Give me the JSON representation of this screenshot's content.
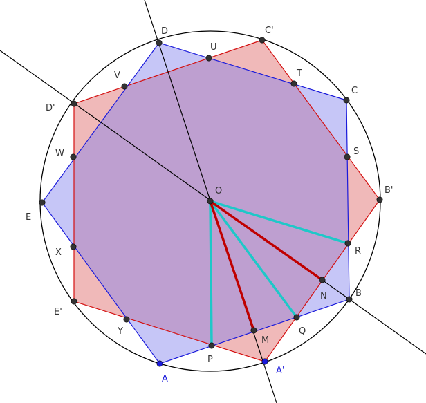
{
  "colors": {
    "background": "#ffffff",
    "circle_stroke": "#000000",
    "line_stroke": "#000000",
    "pentagon_a_fill": "#8080ee",
    "pentagon_a_stroke": "#1a1adb",
    "pentagon_b_fill": "#e48080",
    "pentagon_b_stroke": "#d41010",
    "cyan_segments": "#1ec8c8",
    "red_segments": "#c00000",
    "point_fill": "#333333",
    "blue_point_fill": "#1a1adb",
    "label_color": "#333333",
    "blue_label_color": "#1a1adb"
  },
  "points": {
    "O": "O",
    "A": "A",
    "A_prime": "A'",
    "B": "B",
    "B_prime": "B'",
    "C": "C",
    "C_prime": "C'",
    "D": "D",
    "D_prime": "D'",
    "E": "E",
    "E_prime": "E'",
    "M": "M",
    "N": "N",
    "P": "P",
    "Q": "Q",
    "R": "R",
    "S": "S",
    "T": "T",
    "U": "U",
    "V": "V",
    "W": "W",
    "X": "X",
    "Y": "Y"
  }
}
